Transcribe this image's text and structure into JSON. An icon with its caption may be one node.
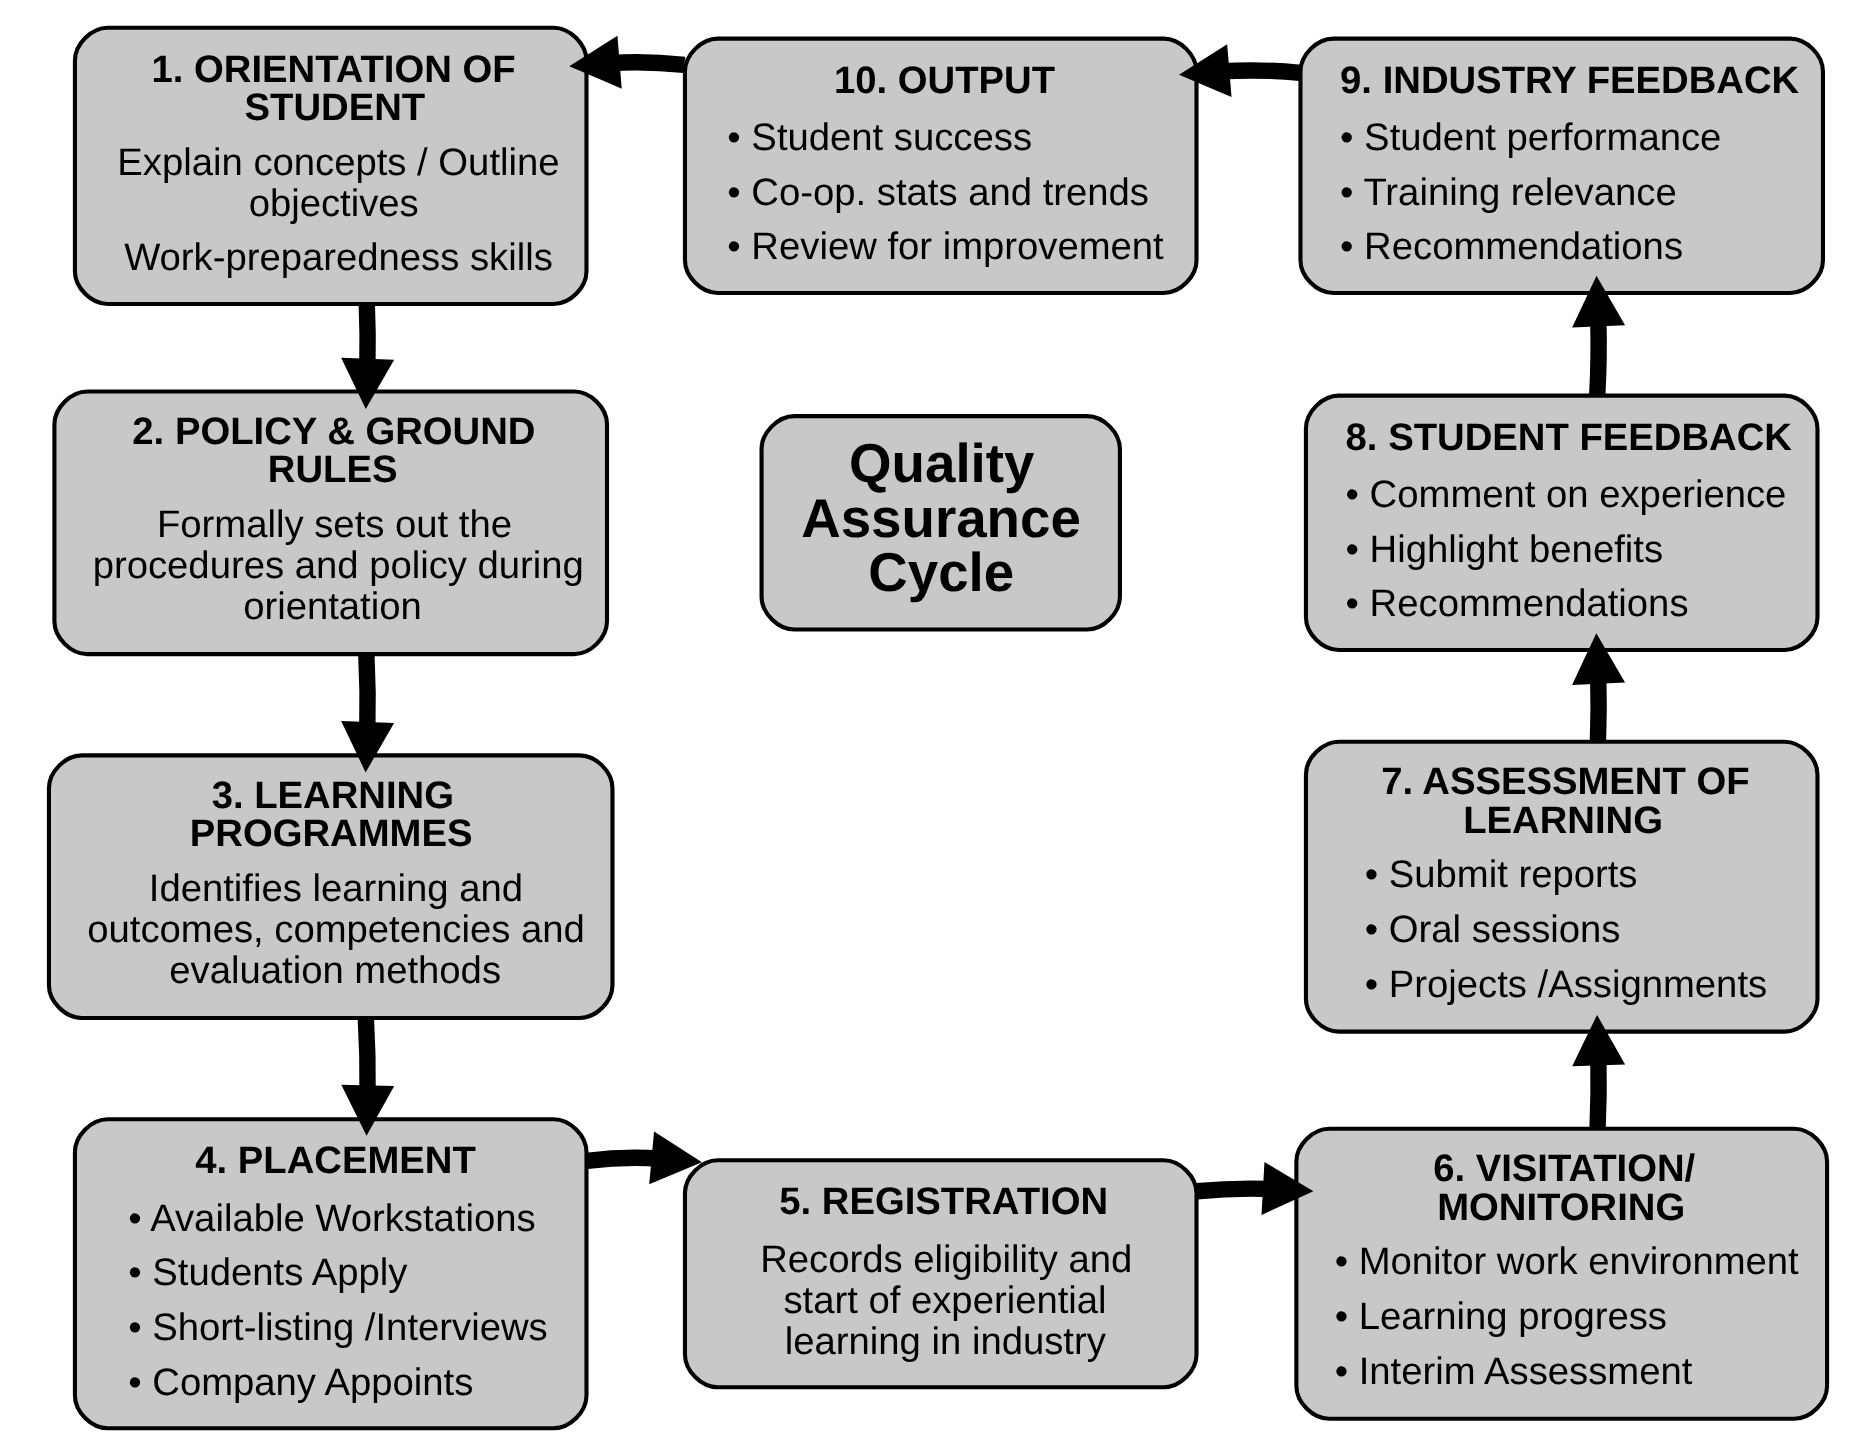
{
  "diagram": {
    "nodes": [
      {
        "text": [
          "1. ORIENTATION OF STUDENT",
          "Explain concepts / Outline objectives",
          "Work-preparedness skills"
        ]
      },
      {
        "text": [
          "10. OUTPUT",
          "• Student success",
          "• Co-op. stats and trends",
          "• Review for improvement"
        ]
      },
      {
        "text": [
          "9. INDUSTRY FEEDBACK",
          "• Student performance",
          "• Training relevance",
          "• Recommendations"
        ]
      },
      {
        "text": [
          "2. POLICY & GROUND RULES",
          "Formally sets out the procedures and policy during orientation"
        ]
      },
      {
        "text": [
          "Quality Assurance Cycle"
        ]
      },
      {
        "text": [
          "8. STUDENT FEEDBACK",
          "• Comment on experience",
          "• Highlight benefits",
          "• Recommendations"
        ]
      },
      {
        "text": [
          "3. LEARNING PROGRAMMES",
          "Identifies learning and outcomes, competencies and evaluation methods"
        ]
      },
      {
        "text": [
          "7. ASSESSMENT OF LEARNING",
          "• Submit reports",
          "• Oral sessions",
          "• Projects /Assignments"
        ]
      },
      {
        "text": [
          "4. PLACEMENT",
          "• Available Workstations",
          "• Students Apply",
          "• Short-listing /Interviews",
          "• Company Appoints"
        ]
      },
      {
        "text": [
          "5. REGISTRATION",
          "Records eligibility and start of experiential learning in industry"
        ]
      },
      {
        "text": [
          "6. VISITATION/ MONITORING",
          "• Monitor work environment",
          "• Learning progress",
          "• Interim Assessment"
        ]
      }
    ],
    "edges": [
      {
        "from": 0,
        "to": 3,
        "arrow": "to"
      },
      {
        "from": 3,
        "to": 6,
        "arrow": "to"
      },
      {
        "from": 6,
        "to": 8,
        "arrow": "to"
      },
      {
        "from": 8,
        "to": 9,
        "arrow": "to"
      },
      {
        "from": 9,
        "to": 10,
        "arrow": "to"
      },
      {
        "from": 10,
        "to": 7,
        "arrow": "to"
      },
      {
        "from": 7,
        "to": 5,
        "arrow": "to"
      },
      {
        "from": 5,
        "to": 2,
        "arrow": "to"
      },
      {
        "from": 2,
        "to": 1,
        "arrow": "to"
      },
      {
        "from": 1,
        "to": 0,
        "arrow": "to"
      }
    ]
  }
}
